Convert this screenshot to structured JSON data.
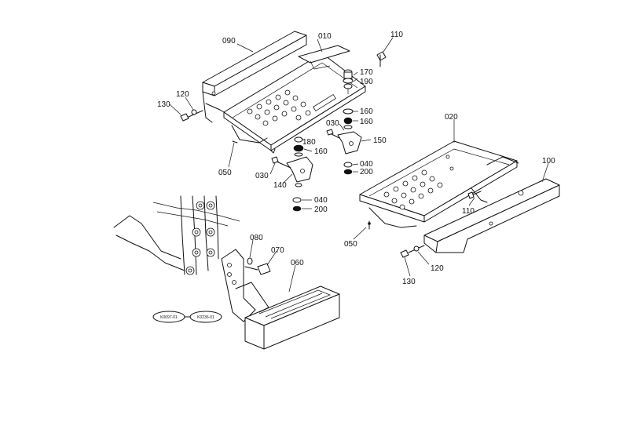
{
  "part_labels": {
    "p090": "090",
    "p010": "010",
    "p110a": "110",
    "p170": "170",
    "p190": "190",
    "p120a": "120",
    "p130a": "130",
    "p160a": "160",
    "p160b": "160",
    "p030a": "030",
    "p150": "150",
    "p180": "180",
    "p160c": "160",
    "p050a": "050",
    "p030b": "030",
    "p140": "140",
    "p040a": "040",
    "p200a": "200",
    "p040b": "040",
    "p200b": "200",
    "p020": "020",
    "p100": "100",
    "p110b": "110",
    "p050b": "050",
    "p120b": "120",
    "p130b": "130",
    "p080": "080",
    "p070": "070",
    "p060": "060"
  },
  "ref_labels": {
    "r1": "K0097-01",
    "r2": "K0236-01"
  }
}
